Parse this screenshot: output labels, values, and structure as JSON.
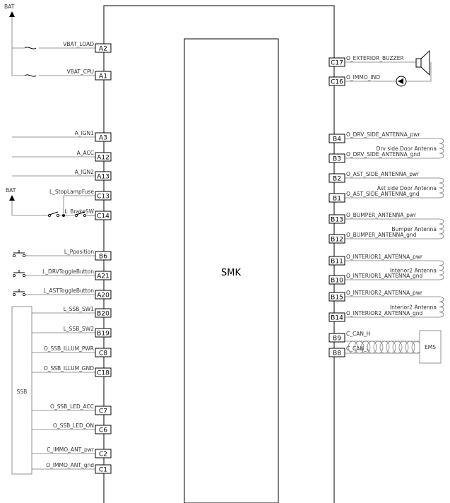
{
  "module": {
    "title": "SMK"
  },
  "power": {
    "top": "BAT",
    "stoplamp": "BAT"
  },
  "left_pins": [
    {
      "pin": "A2",
      "label": "VBAT_LOAD"
    },
    {
      "pin": "A1",
      "label": "VBAT_CPU"
    },
    {
      "pin": "A3",
      "label": "A_IGN1"
    },
    {
      "pin": "A12",
      "label": "A_ACC"
    },
    {
      "pin": "A13",
      "label": "A_IGN2"
    },
    {
      "pin": "C13",
      "label": "L_StopLampFuse"
    },
    {
      "pin": "C14",
      "label": "L_BrakeSW"
    },
    {
      "pin": "B6",
      "label": "L_Pposition"
    },
    {
      "pin": "A21",
      "label": "L_DRVToggleButton"
    },
    {
      "pin": "A20",
      "label": "L_ASTToggleButton"
    },
    {
      "pin": "B20",
      "label": "L_SSB_SW1"
    },
    {
      "pin": "B19",
      "label": "L_SSB_SW2"
    },
    {
      "pin": "C8",
      "label": "O_SSB_ILLUM_PWR"
    },
    {
      "pin": "C18",
      "label": "O_SSB_ILLUM_GND"
    },
    {
      "pin": "C7",
      "label": "O_SSB_LED_ACC"
    },
    {
      "pin": "C6",
      "label": "O_SSB_LED_ON"
    },
    {
      "pin": "C2",
      "label": "C_IMMO_ANT_pwr"
    },
    {
      "pin": "C1",
      "label": "O_IMMO_ANT_gnd"
    }
  ],
  "ssb": {
    "label": "SSB"
  },
  "right_pins": [
    {
      "pin": "C17",
      "label": "O_EXTERIOR_BUZZER"
    },
    {
      "pin": "C16",
      "label": "O_IMMO_IND"
    },
    {
      "pin": "B4",
      "label": "O_DRV_SIDE_ANTENNA_pwr"
    },
    {
      "pin": "B3",
      "label": "O_DRV_SIDE_ANTENNA_gnd"
    },
    {
      "pin": "B2",
      "label": "O_AST_SIDE_ANTENNA_pwr"
    },
    {
      "pin": "B1",
      "label": "O_AST_SIDE_ANTENNA_gnd"
    },
    {
      "pin": "B13",
      "label": "O_BUMPER_ANTENNA_pwr"
    },
    {
      "pin": "B12",
      "label": "O_BUMPER_ANTENNA_gnd"
    },
    {
      "pin": "B11",
      "label": "O_INTERIOR1_ANTENNA_pwr"
    },
    {
      "pin": "B10",
      "label": "O_INTERIOR1_ANTENNA_gnd"
    },
    {
      "pin": "B15",
      "label": "O_INTERIOR2_ANTENNA_pwr"
    },
    {
      "pin": "B14",
      "label": "O_INTERIOR2_ANTENNA_gnd"
    },
    {
      "pin": "B9",
      "label": "C_CAN_H"
    },
    {
      "pin": "B8",
      "label": "C_CAN_L"
    }
  ],
  "antennas": [
    {
      "label": "Drv side Door Antenna"
    },
    {
      "label": "Ast side Door Antenna"
    },
    {
      "label": "Bumper Antenna"
    },
    {
      "label": "Interior2 Antenna"
    },
    {
      "label": "Interior2 Antenna"
    }
  ],
  "ems": {
    "label": "EMS"
  }
}
